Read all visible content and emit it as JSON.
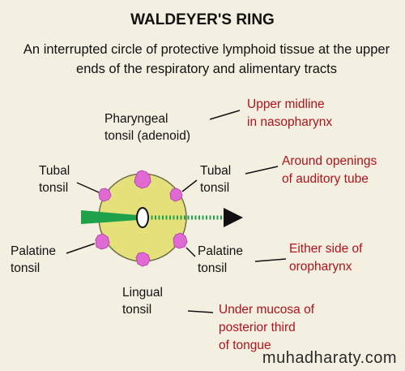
{
  "title": "WALDEYER'S RING",
  "subtitle": "An interrupted circle of protective lymphoid tissue at the upper ends of the respiratory and alimentary tracts",
  "colors": {
    "ring_fill": "#e4e17a",
    "ring_stroke": "#6f6f4a",
    "tonsil": "#e06ad3",
    "green": "#1ea14a",
    "note_red": "#b1121a"
  },
  "labels": {
    "pharyngeal_1": "Pharyngeal",
    "pharyngeal_2": "tonsil (adenoid)",
    "tubal_left_1": "Tubal",
    "tubal_left_2": "tonsil",
    "tubal_right_1": "Tubal",
    "tubal_right_2": "tonsil",
    "palatine_left_1": "Palatine",
    "palatine_left_2": "tonsil",
    "palatine_right_1": "Palatine",
    "palatine_right_2": "tonsil",
    "lingual_1": "Lingual",
    "lingual_2": "tonsil"
  },
  "notes": {
    "pharyngeal_1": "Upper midline",
    "pharyngeal_2": "in nasopharynx",
    "tubal_1": "Around openings",
    "tubal_2": "of auditory tube",
    "palatine_1": "Either side of",
    "palatine_2": "oropharynx",
    "lingual_1": "Under mucosa of",
    "lingual_2": "posterior third",
    "lingual_3": "of tongue"
  },
  "watermark": "muhadharaty.com"
}
